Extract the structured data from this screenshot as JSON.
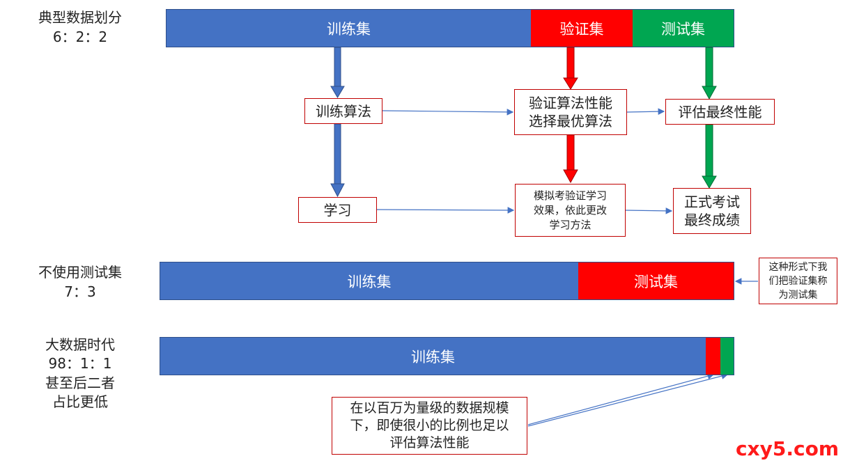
{
  "section1": {
    "title": "典型数据划分",
    "ratio": "6：2：2",
    "segments": {
      "train": "训练集",
      "valid": "验证集",
      "test": "测试集"
    }
  },
  "flow": {
    "train_algo": "训练算法",
    "valid_line1": "验证算法性能",
    "valid_line2": "选择最优算法",
    "eval": "评估最终性能",
    "learn": "学习",
    "mock_line1": "模拟考验证学习",
    "mock_line2": "效果，依此更改",
    "mock_line3": "学习方法",
    "exam_line1": "正式考试",
    "exam_line2": "最终成绩"
  },
  "section2": {
    "title": "不使用测试集",
    "ratio": "7：3",
    "segments": {
      "train": "训练集",
      "test": "测试集"
    },
    "note_line1": "这种形式下我",
    "note_line2": "们把验证集称",
    "note_line3": "为测试集"
  },
  "section3": {
    "title": "大数据时代",
    "ratio": "98：1：1",
    "note1": "甚至后二者",
    "note2": "占比更低",
    "segments": {
      "train": "训练集"
    },
    "callout_line1": "在以百万为量级的数据规模",
    "callout_line2": "下，即使很小的比例也足以",
    "callout_line3": "评估算法性能"
  },
  "watermark": "cxy5.com",
  "colors": {
    "blue": "#4472c4",
    "red": "#ff0000",
    "green": "#00a651",
    "box_border": "#c00000"
  }
}
